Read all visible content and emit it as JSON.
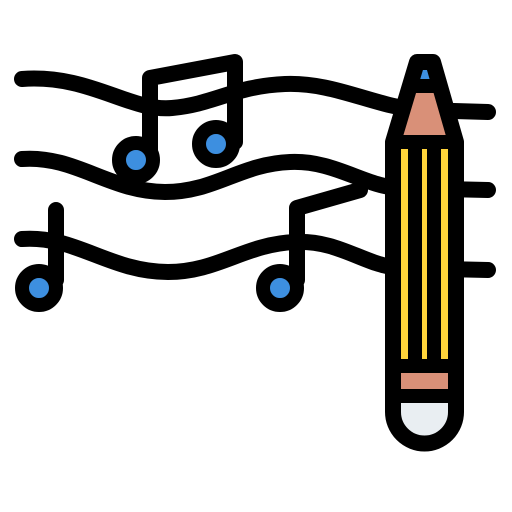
{
  "icon": {
    "name": "music-composition-icon",
    "depicts": [
      "music-staff-lines",
      "music-notes",
      "pencil"
    ]
  },
  "colors": {
    "outline": "#000000",
    "background": "#ffffff",
    "note_head": "#3d8fe0",
    "pencil_body": "#ffd43b",
    "pencil_wood": "#d99078",
    "pencil_lead": "#3d8fe0",
    "pencil_ferrule": "#d99078",
    "pencil_eraser": "#e9eef2"
  }
}
